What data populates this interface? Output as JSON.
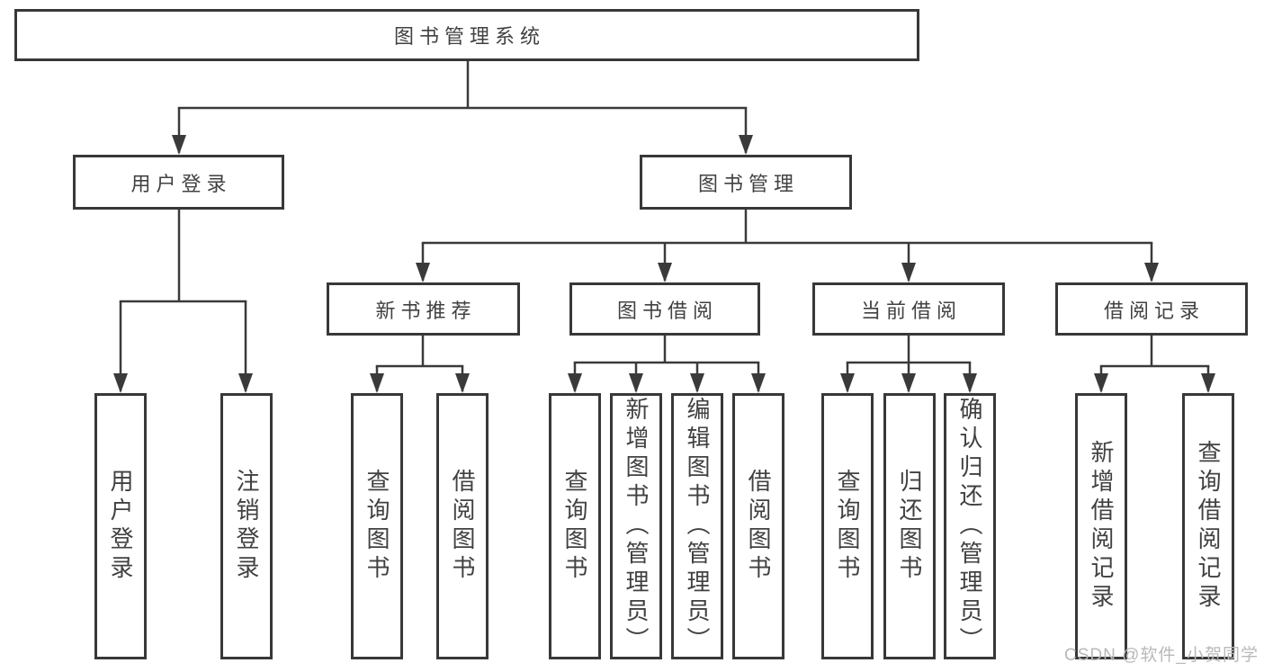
{
  "diagram": {
    "title": "图书管理系统",
    "root": {
      "label": "图书管理系统"
    },
    "branches": [
      {
        "label": "用户登录",
        "children": [
          "用户登录",
          "注销登录"
        ]
      },
      {
        "label": "图书管理",
        "groups": [
          {
            "label": "新书推荐",
            "children": [
              "查询图书",
              "借阅图书"
            ]
          },
          {
            "label": "图书借阅",
            "children": [
              "查询图书",
              "新增图书（管理员）",
              "编辑图书（管理员）",
              "借阅图书"
            ]
          },
          {
            "label": "当前借阅",
            "children": [
              "查询图书",
              "归还图书",
              "确认归还（管理员）"
            ]
          },
          {
            "label": "借阅记录",
            "children": [
              "新增借阅记录",
              "查询借阅记录"
            ]
          }
        ]
      }
    ]
  },
  "colors": {
    "line": "#3a3a3a",
    "border": "#383838",
    "text": "#414141",
    "watermark": "#b9b9b9",
    "background": "#ffffff"
  },
  "watermark": "CSDN @软件_小贺同学"
}
